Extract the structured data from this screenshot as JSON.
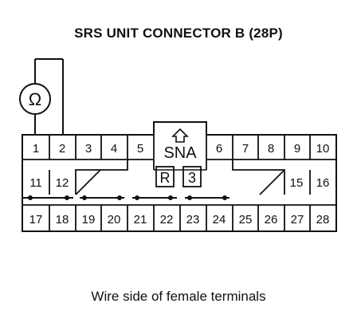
{
  "title": "SRS UNIT CONNECTOR B (28P)",
  "meter_symbol": "Ω",
  "keyway_label": "SNA",
  "row1_left": [
    "1",
    "2",
    "3",
    "4",
    "5"
  ],
  "row1_right": [
    "6",
    "7",
    "8",
    "9",
    "10"
  ],
  "row2_left": [
    "11",
    "12"
  ],
  "row2_right": [
    "15",
    "16"
  ],
  "center_labels": {
    "r": "R",
    "three": "3"
  },
  "row3": [
    "17",
    "18",
    "19",
    "20",
    "21",
    "22",
    "23",
    "24",
    "25",
    "26",
    "27",
    "28"
  ],
  "caption": "Wire side of female terminals"
}
